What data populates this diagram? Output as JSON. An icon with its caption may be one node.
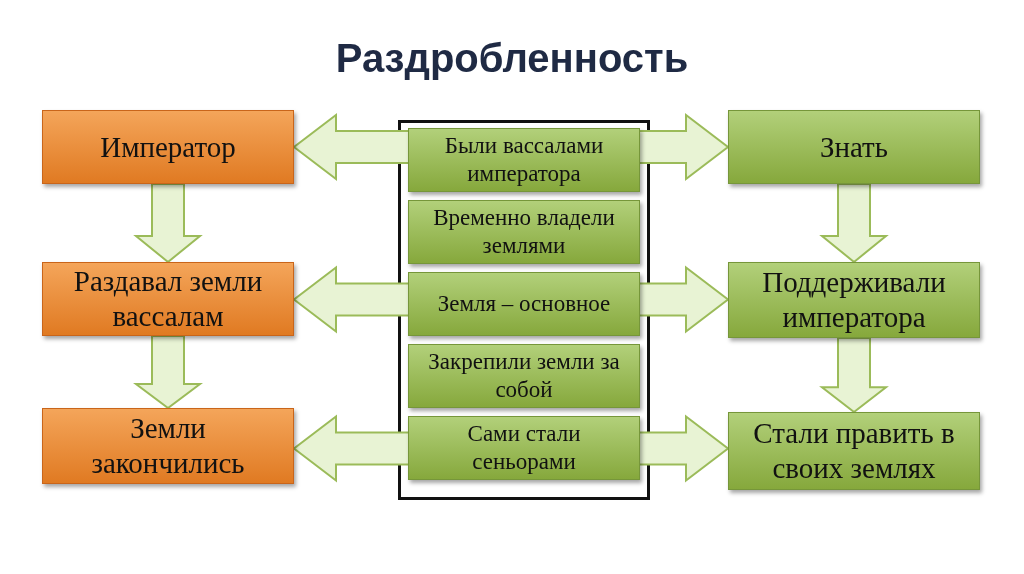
{
  "diagram": {
    "title": "Раздробленность",
    "nodes": [
      {
        "text": [
          "Император"
        ]
      },
      {
        "text": [
          "Раздавал земли вассалам"
        ]
      },
      {
        "text": [
          "Земли закончились"
        ]
      },
      {
        "text": [
          "Были вассалами императора"
        ]
      },
      {
        "text": [
          "Временно владели землями"
        ]
      },
      {
        "text": [
          "Земля – основное"
        ]
      },
      {
        "text": [
          "Закрепили земли за собой"
        ]
      },
      {
        "text": [
          "Сами стали сеньорами"
        ]
      },
      {
        "text": [
          "Знать"
        ]
      },
      {
        "text": [
          "Поддерживали императора"
        ]
      },
      {
        "text": [
          "Стали править в своих землях"
        ]
      }
    ],
    "edges": [
      {
        "from": 0,
        "to": 1,
        "arrow": "to"
      },
      {
        "from": 1,
        "to": 2,
        "arrow": "to"
      },
      {
        "from": 8,
        "to": 9,
        "arrow": "to"
      },
      {
        "from": 9,
        "to": 10,
        "arrow": "to"
      },
      {
        "from": 0,
        "to": 8,
        "arrow": "both"
      },
      {
        "from": 1,
        "to": 9,
        "arrow": "both"
      },
      {
        "from": 2,
        "to": 10,
        "arrow": "both"
      }
    ]
  }
}
